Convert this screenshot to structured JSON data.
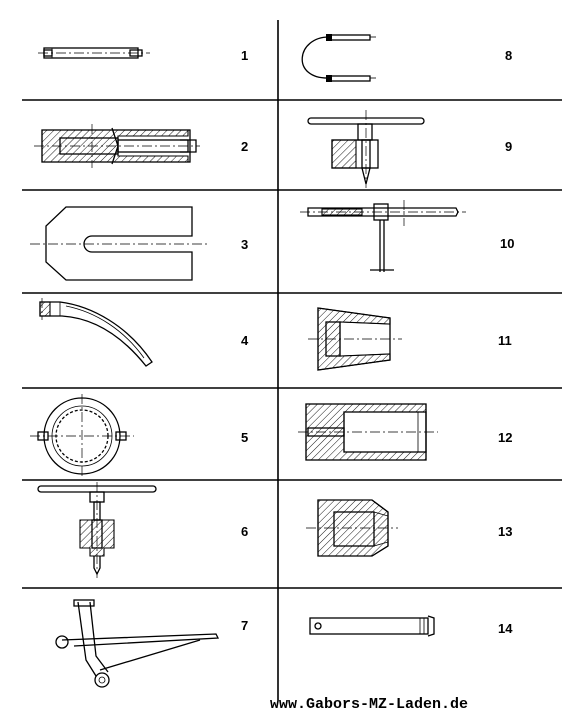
{
  "tools": [
    {
      "number": "1"
    },
    {
      "number": "2"
    },
    {
      "number": "3"
    },
    {
      "number": "4"
    },
    {
      "number": "5"
    },
    {
      "number": "6"
    },
    {
      "number": "7"
    },
    {
      "number": "8"
    },
    {
      "number": "9"
    },
    {
      "number": "10"
    },
    {
      "number": "11"
    },
    {
      "number": "12"
    },
    {
      "number": "13"
    },
    {
      "number": "14"
    }
  ],
  "footer": {
    "url": "www.Gabors-MZ-Laden.de"
  }
}
